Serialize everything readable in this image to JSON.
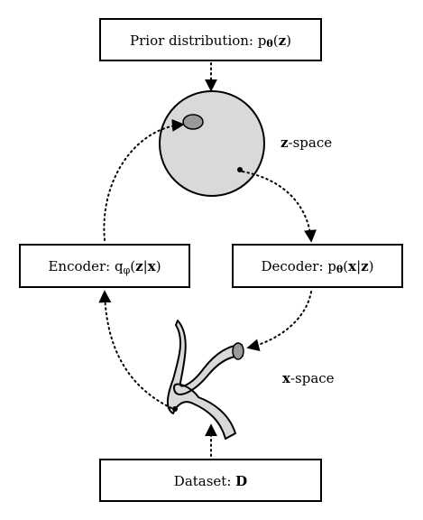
{
  "prior": {
    "prefix": "Prior distribution: p",
    "theta": "θ",
    "open": "(",
    "z": "z",
    "close": ")"
  },
  "encoder": {
    "prefix": "Encoder: q",
    "phi": "φ",
    "open": "(",
    "z": "z",
    "bar": "|",
    "x": "x",
    "close": ")"
  },
  "decoder": {
    "prefix": "Decoder: p",
    "theta": "θ",
    "open": "(",
    "x": "x",
    "bar": "|",
    "z": "z",
    "close": ")"
  },
  "dataset": {
    "prefix": "Dataset: ",
    "name": "D"
  },
  "z_space": {
    "bold": "z",
    "rest": "-space"
  },
  "x_space": {
    "bold": "x",
    "rest": "-space"
  },
  "colors": {
    "shape_fill": "#d9d9d9",
    "mark_fill": "#9a9a9a",
    "stroke": "#000000"
  }
}
